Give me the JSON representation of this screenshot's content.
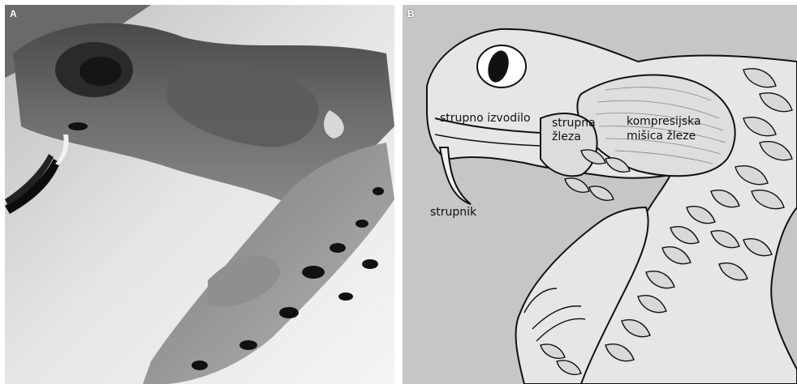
{
  "panel_a": {
    "letter": "A"
  },
  "panel_b": {
    "letter": "B",
    "labels": {
      "venom_duct": "strupno izvodilo",
      "venom_gland_line1": "strupna",
      "venom_gland_line2": "žleza",
      "compressor_line1": "kompresijska",
      "compressor_line2": "mišica žleze",
      "fang": "strupnik"
    }
  }
}
